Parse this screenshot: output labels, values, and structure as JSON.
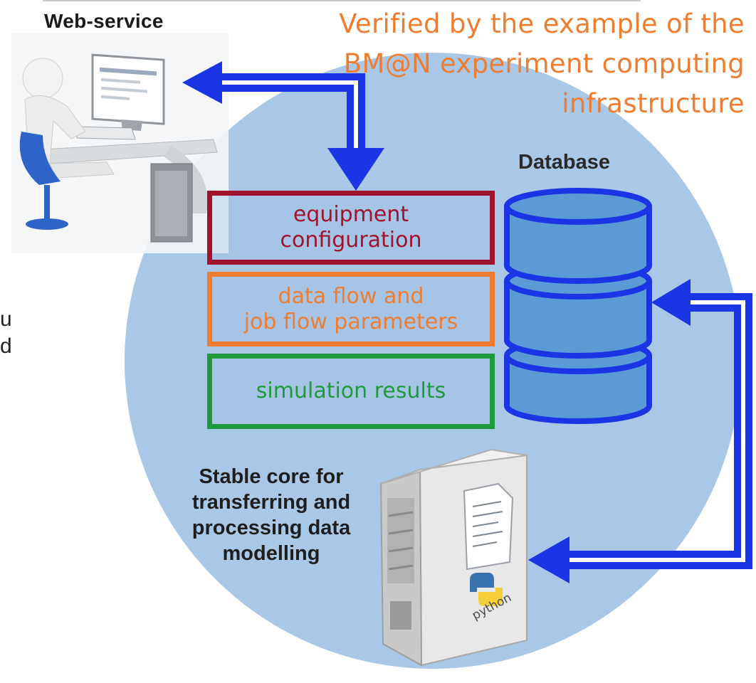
{
  "labels": {
    "web_service": "Web-service",
    "verified_line1": "Verified by the example of the",
    "verified_line2": "BM@N experiment computing",
    "verified_line3": "infrastructure",
    "database": "Database",
    "core_line1": "Stable core for",
    "core_line2": "transferring and",
    "core_line3": "processing data",
    "core_line4": "modelling",
    "edge_fragment_1": "u",
    "edge_fragment_2": "d"
  },
  "boxes": {
    "equipment_line1": "equipment",
    "equipment_line2": "configuration",
    "dataflow_line1": "data flow and",
    "dataflow_line2": "job flow parameters",
    "simulation": "simulation results"
  },
  "server_badge": "python",
  "colors": {
    "circle": "#a9c7e6",
    "arrow": "#1c35e4",
    "database_fill": "#5b9bd5",
    "database_stroke": "#1c35e4",
    "equipment": "#a0122e",
    "dataflow": "#ee7d31",
    "simulation": "#1e9a3b",
    "verified_text": "#ee7d31"
  }
}
